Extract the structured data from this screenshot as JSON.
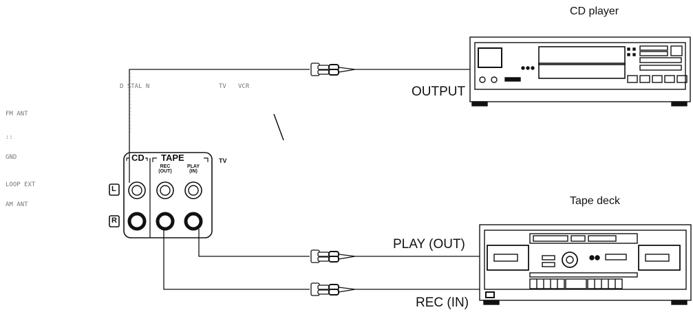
{
  "devices": {
    "cd_player": {
      "title": "CD player",
      "output_label": "OUTPUT"
    },
    "tape_deck": {
      "title": "Tape deck",
      "play_label": "PLAY (OUT)",
      "rec_label": "REC (IN)"
    }
  },
  "receiver_panel": {
    "cd_label": "CD",
    "tape_label": "TAPE",
    "rec_out_label": "REC\n(OUT)",
    "play_in_label": "PLAY\n(IN)",
    "tv_label": "TV",
    "left_channel": "L",
    "right_channel": "R"
  },
  "faint_text": {
    "top_row": [
      "D STAL N",
      "TV",
      "VCR"
    ],
    "left_column": [
      "FM ANT",
      "::",
      "GND",
      "LOOP EXT",
      "AM ANT"
    ]
  }
}
